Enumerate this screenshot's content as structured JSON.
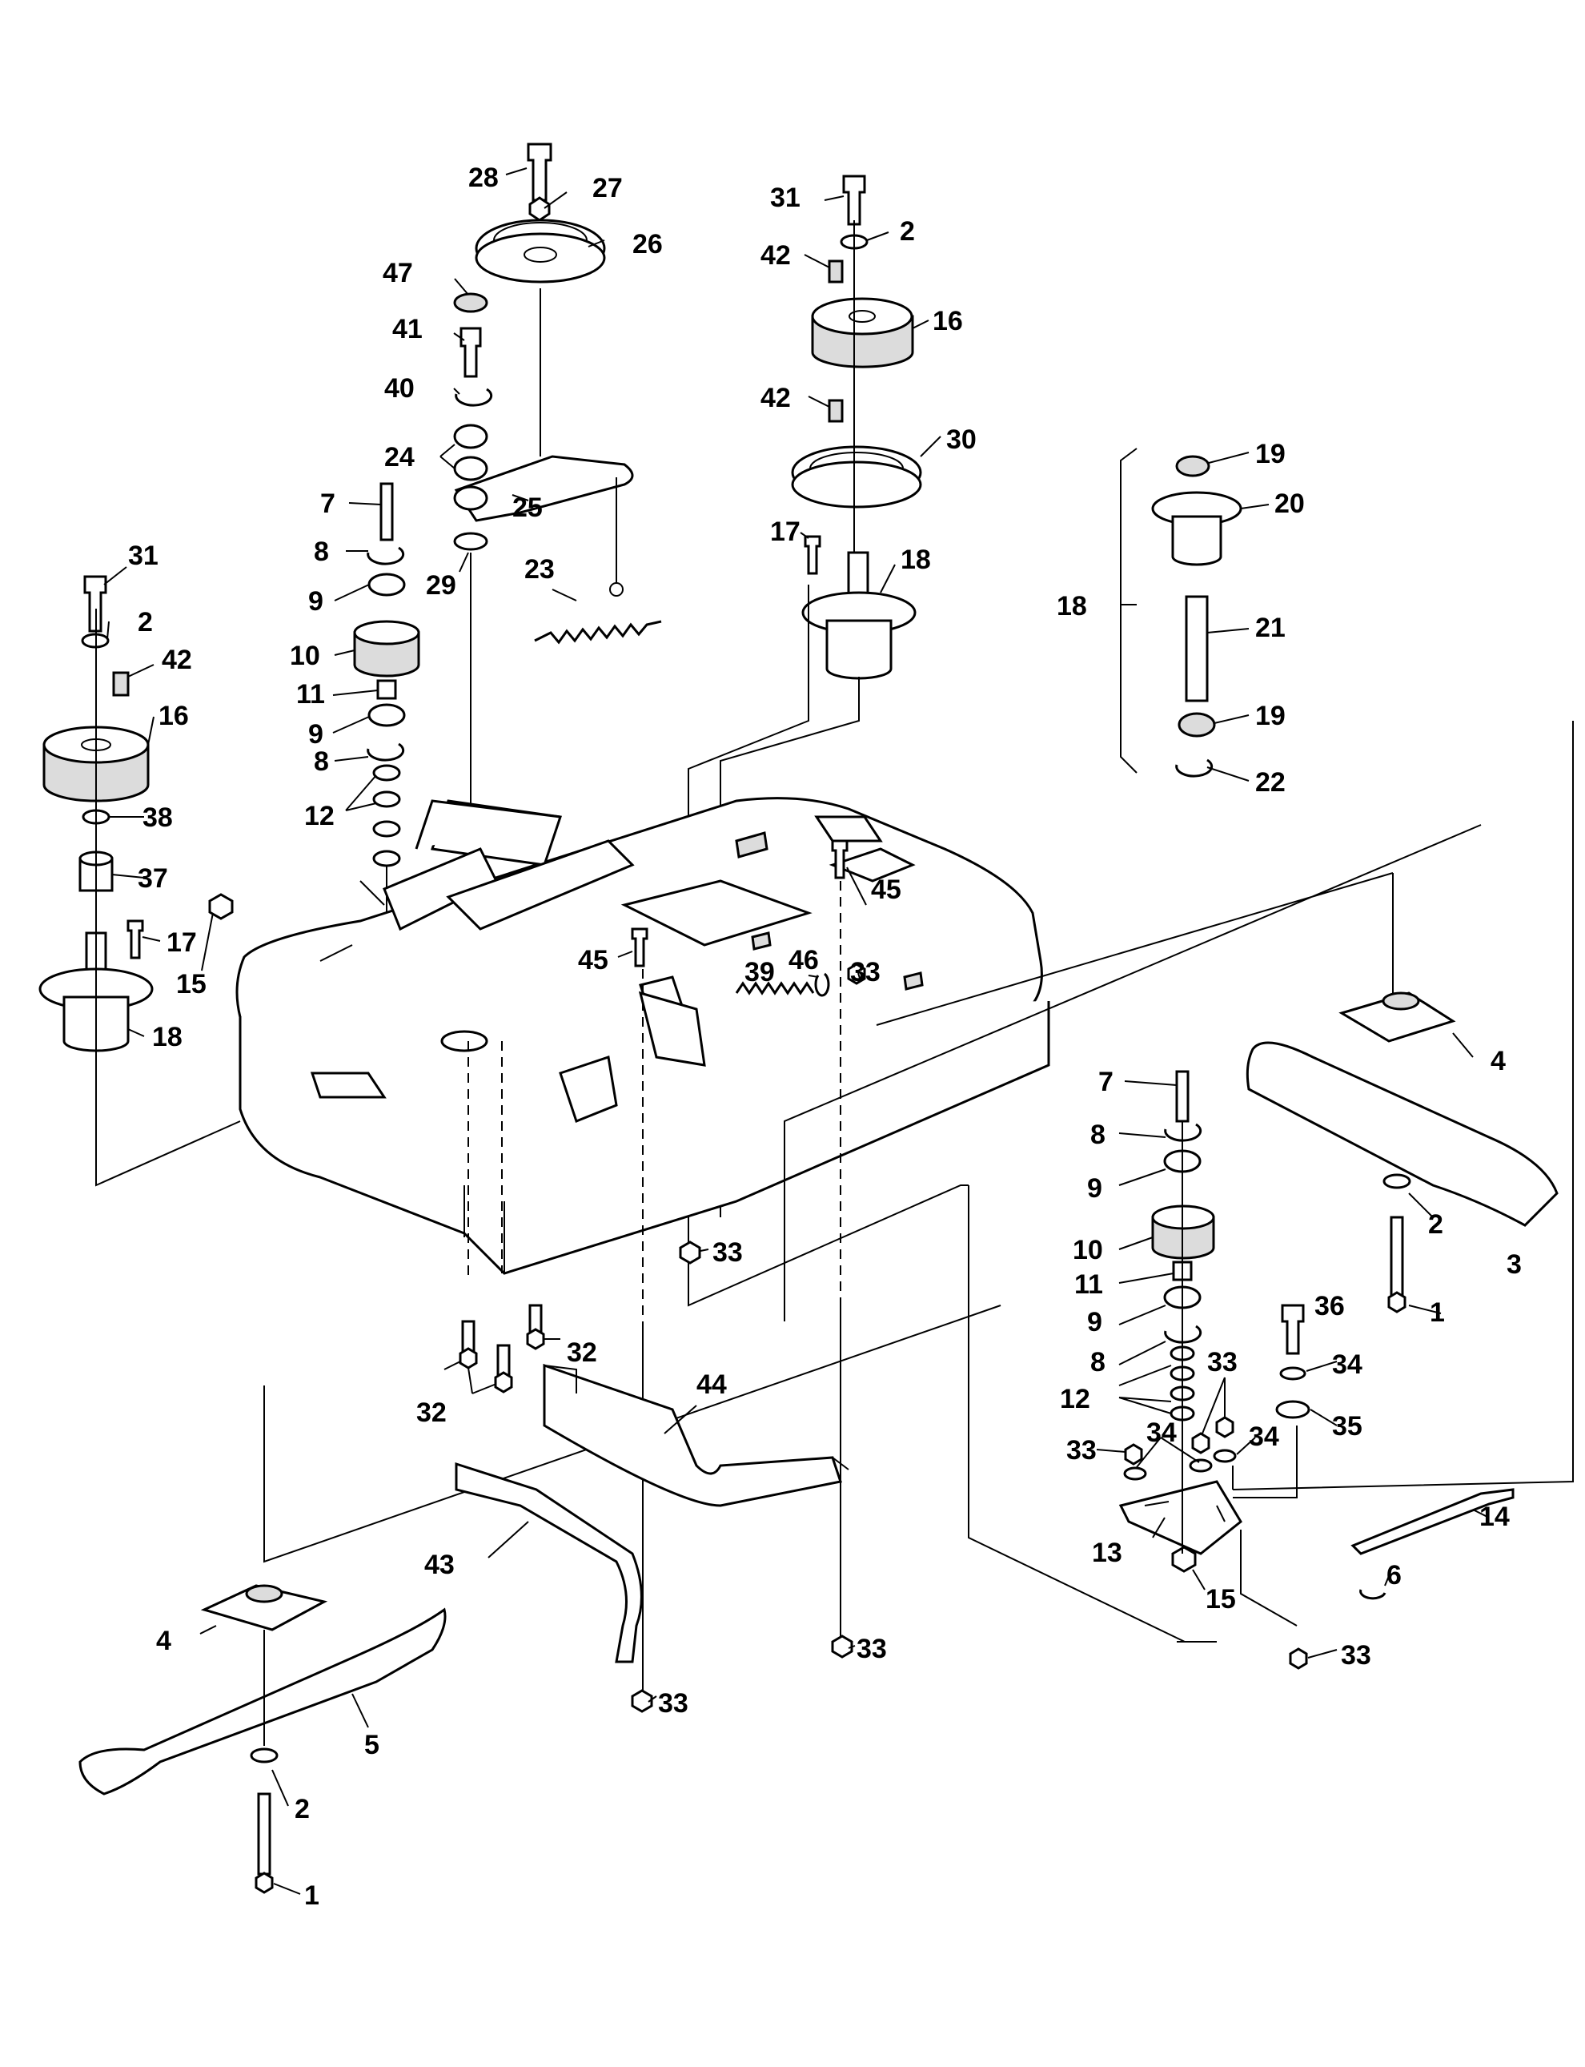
{
  "callouts": {
    "c28": "28",
    "c27": "27",
    "c26": "26",
    "c47": "47",
    "c41": "41",
    "c40": "40",
    "c24": "24",
    "c25": "25",
    "c29": "29",
    "c23": "23",
    "c7a": "7",
    "c8a": "8",
    "c9a": "9",
    "c10a": "10",
    "c11a": "11",
    "c9b": "9",
    "c8b": "8",
    "c12a": "12",
    "c31a": "31",
    "c2a": "2",
    "c42a": "42",
    "c16a": "16",
    "c38": "38",
    "c37": "37",
    "c17a": "17",
    "c15a": "15",
    "c18a": "18",
    "c31b": "31",
    "c2b": "2",
    "c42b": "42",
    "c16b": "16",
    "c42c": "42",
    "c30": "30",
    "c17b": "17",
    "c18b": "18",
    "c19a": "19",
    "c20": "20",
    "c18c": "18",
    "c21": "21",
    "c19b": "19",
    "c22": "22",
    "c45a": "45",
    "c45b": "45",
    "c39": "39",
    "c46": "46",
    "c33a": "33",
    "c4a": "4",
    "c2c": "2",
    "c3": "3",
    "c1a": "1",
    "c7b": "7",
    "c8c": "8",
    "c9c": "9",
    "c10b": "10",
    "c11b": "11",
    "c9d": "9",
    "c8d": "8",
    "c12b": "12",
    "c33b": "33",
    "c36": "36",
    "c34a": "34",
    "c35": "35",
    "c33c": "33",
    "c34b": "34",
    "c34c": "34",
    "c33d": "33",
    "c13": "13",
    "c14": "14",
    "c6": "6",
    "c15b": "15",
    "c33e": "33",
    "c32a": "32",
    "c32b": "32",
    "c44": "44",
    "c43": "43",
    "c33f": "33",
    "c33g": "33",
    "c4b": "4",
    "c5": "5",
    "c2d": "2",
    "c1b": "1"
  }
}
